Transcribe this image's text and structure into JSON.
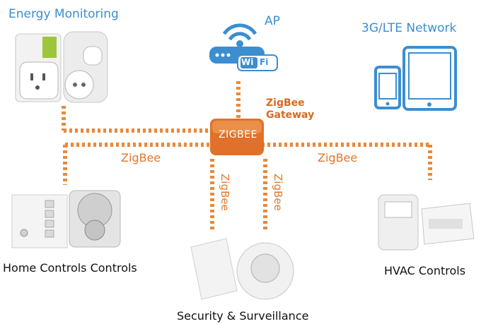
{
  "labels": {
    "energy_monitoring": "Energy Monitoring",
    "ap": "AP",
    "network_3g_lte": "3G/LTE Network",
    "zigbee_gateway_line1": "ZigBee",
    "zigbee_gateway_line2": "Gateway",
    "gateway_chip": "ZIGBEE",
    "zigbee_left": "ZigBee",
    "zigbee_right": "ZigBee",
    "zigbee_vertical_left": "ZigBee",
    "zigbee_vertical_right": "ZigBee",
    "home_controls": "Home Controls Controls",
    "security": "Security & Surveillance",
    "hvac": "HVAC Controls",
    "wifi_wi": "Wi",
    "wifi_fi": "Fi"
  },
  "colors": {
    "link_orange": "#e8893a",
    "gateway_orange": "#e0702a",
    "accent_blue": "#3b8ed0",
    "device_gray": "#d6d6d6"
  },
  "icons": [
    "wifi-router-icon",
    "smartphone-icon",
    "tablet-icon"
  ]
}
